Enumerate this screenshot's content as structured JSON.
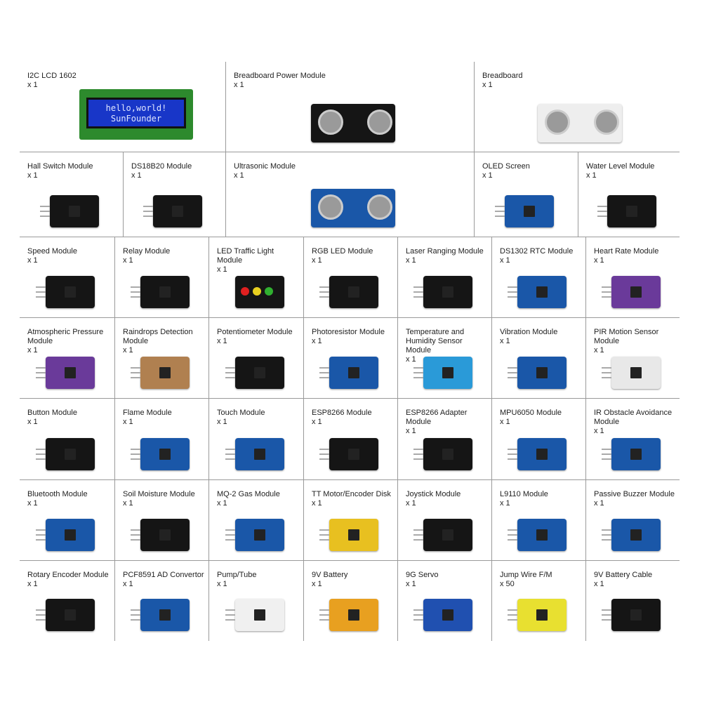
{
  "items": [
    {
      "name": "I2C LCD 1602",
      "qty": "x 1",
      "color": "#2d8a2d",
      "kind": "lcd"
    },
    {
      "name": "Breadboard Power Module",
      "qty": "x 1",
      "color": "#151515"
    },
    {
      "name": "Breadboard",
      "qty": "x 1",
      "color": "#eeeeee"
    },
    {
      "name": "Hall Switch Module",
      "qty": "x 1",
      "color": "#151515"
    },
    {
      "name": "DS18B20 Module",
      "qty": "x 1",
      "color": "#151515"
    },
    {
      "name": "Ultrasonic Module",
      "qty": "x 1",
      "color": "#1a57a8"
    },
    {
      "name": "OLED Screen",
      "qty": "x 1",
      "color": "#1a57a8"
    },
    {
      "name": "Water Level Module",
      "qty": "x 1",
      "color": "#151515"
    },
    {
      "name": "Speed Module",
      "qty": "x 1",
      "color": "#151515"
    },
    {
      "name": "Relay Module",
      "qty": "x 1",
      "color": "#151515"
    },
    {
      "name": "LED Traffic Light Module",
      "qty": "x 1",
      "color": "#151515",
      "kind": "traffic"
    },
    {
      "name": "RGB LED Module",
      "qty": "x 1",
      "color": "#151515"
    },
    {
      "name": "Laser Ranging Module",
      "qty": "x 1",
      "color": "#151515"
    },
    {
      "name": "DS1302 RTC Module",
      "qty": "x 1",
      "color": "#1a57a8"
    },
    {
      "name": "Heart Rate Module",
      "qty": "x 1",
      "color": "#6a3a9a"
    },
    {
      "name": "Atmospheric Pressure Module",
      "qty": "x 1",
      "color": "#6a3a9a"
    },
    {
      "name": "Raindrops Detection Module",
      "qty": "x 1",
      "color": "#b08050"
    },
    {
      "name": "Potentiometer Module",
      "qty": "x 1",
      "color": "#151515"
    },
    {
      "name": "Photoresistor Module",
      "qty": "x 1",
      "color": "#1a57a8"
    },
    {
      "name": "Temperature and Humidity Sensor Module",
      "qty": "x 1",
      "color": "#2a9ad8"
    },
    {
      "name": "Vibration Module",
      "qty": "x 1",
      "color": "#1a57a8"
    },
    {
      "name": "PIR Motion Sensor Module",
      "qty": "x 1",
      "color": "#e8e8e8"
    },
    {
      "name": "Button Module",
      "qty": "x 1",
      "color": "#151515"
    },
    {
      "name": "Flame Module",
      "qty": "x 1",
      "color": "#1a57a8"
    },
    {
      "name": "Touch Module",
      "qty": "x 1",
      "color": "#1a57a8"
    },
    {
      "name": "ESP8266 Module",
      "qty": "x 1",
      "color": "#151515"
    },
    {
      "name": "ESP8266 Adapter Module",
      "qty": "x 1",
      "color": "#151515"
    },
    {
      "name": "MPU6050 Module",
      "qty": "x 1",
      "color": "#1a57a8"
    },
    {
      "name": "IR Obstacle Avoidance Module",
      "qty": "x 1",
      "color": "#1a57a8"
    },
    {
      "name": "Bluetooth Module",
      "qty": "x 1",
      "color": "#1a57a8"
    },
    {
      "name": "Soil Moisture Module",
      "qty": "x 1",
      "color": "#151515"
    },
    {
      "name": "MQ-2 Gas Module",
      "qty": "x 1",
      "color": "#1a57a8"
    },
    {
      "name": "TT Motor/Encoder Disk",
      "qty": "x 1",
      "color": "#e8c020"
    },
    {
      "name": "Joystick Module",
      "qty": "x 1",
      "color": "#151515"
    },
    {
      "name": "L9110 Module",
      "qty": "x 1",
      "color": "#1a57a8"
    },
    {
      "name": "Passive Buzzer  Module",
      "qty": "x 1",
      "color": "#1a57a8"
    },
    {
      "name": "Rotary Encoder Module",
      "qty": "x 1",
      "color": "#151515"
    },
    {
      "name": "PCF8591 AD Convertor",
      "qty": "x 1",
      "color": "#1a57a8"
    },
    {
      "name": "Pump/Tube",
      "qty": "x 1",
      "color": "#f0f0f0"
    },
    {
      "name": "9V Battery",
      "qty": "x 1",
      "color": "#e8a020"
    },
    {
      "name": "9G Servo",
      "qty": "x 1",
      "color": "#2050b0"
    },
    {
      "name": "Jump Wire F/M",
      "qty": "x 50",
      "color": "#e8e030"
    },
    {
      "name": "9V Battery Cable",
      "qty": "x 1",
      "color": "#151515"
    }
  ],
  "lcd_text": {
    "line1": "hello,world!",
    "line2": "SunFounder"
  }
}
